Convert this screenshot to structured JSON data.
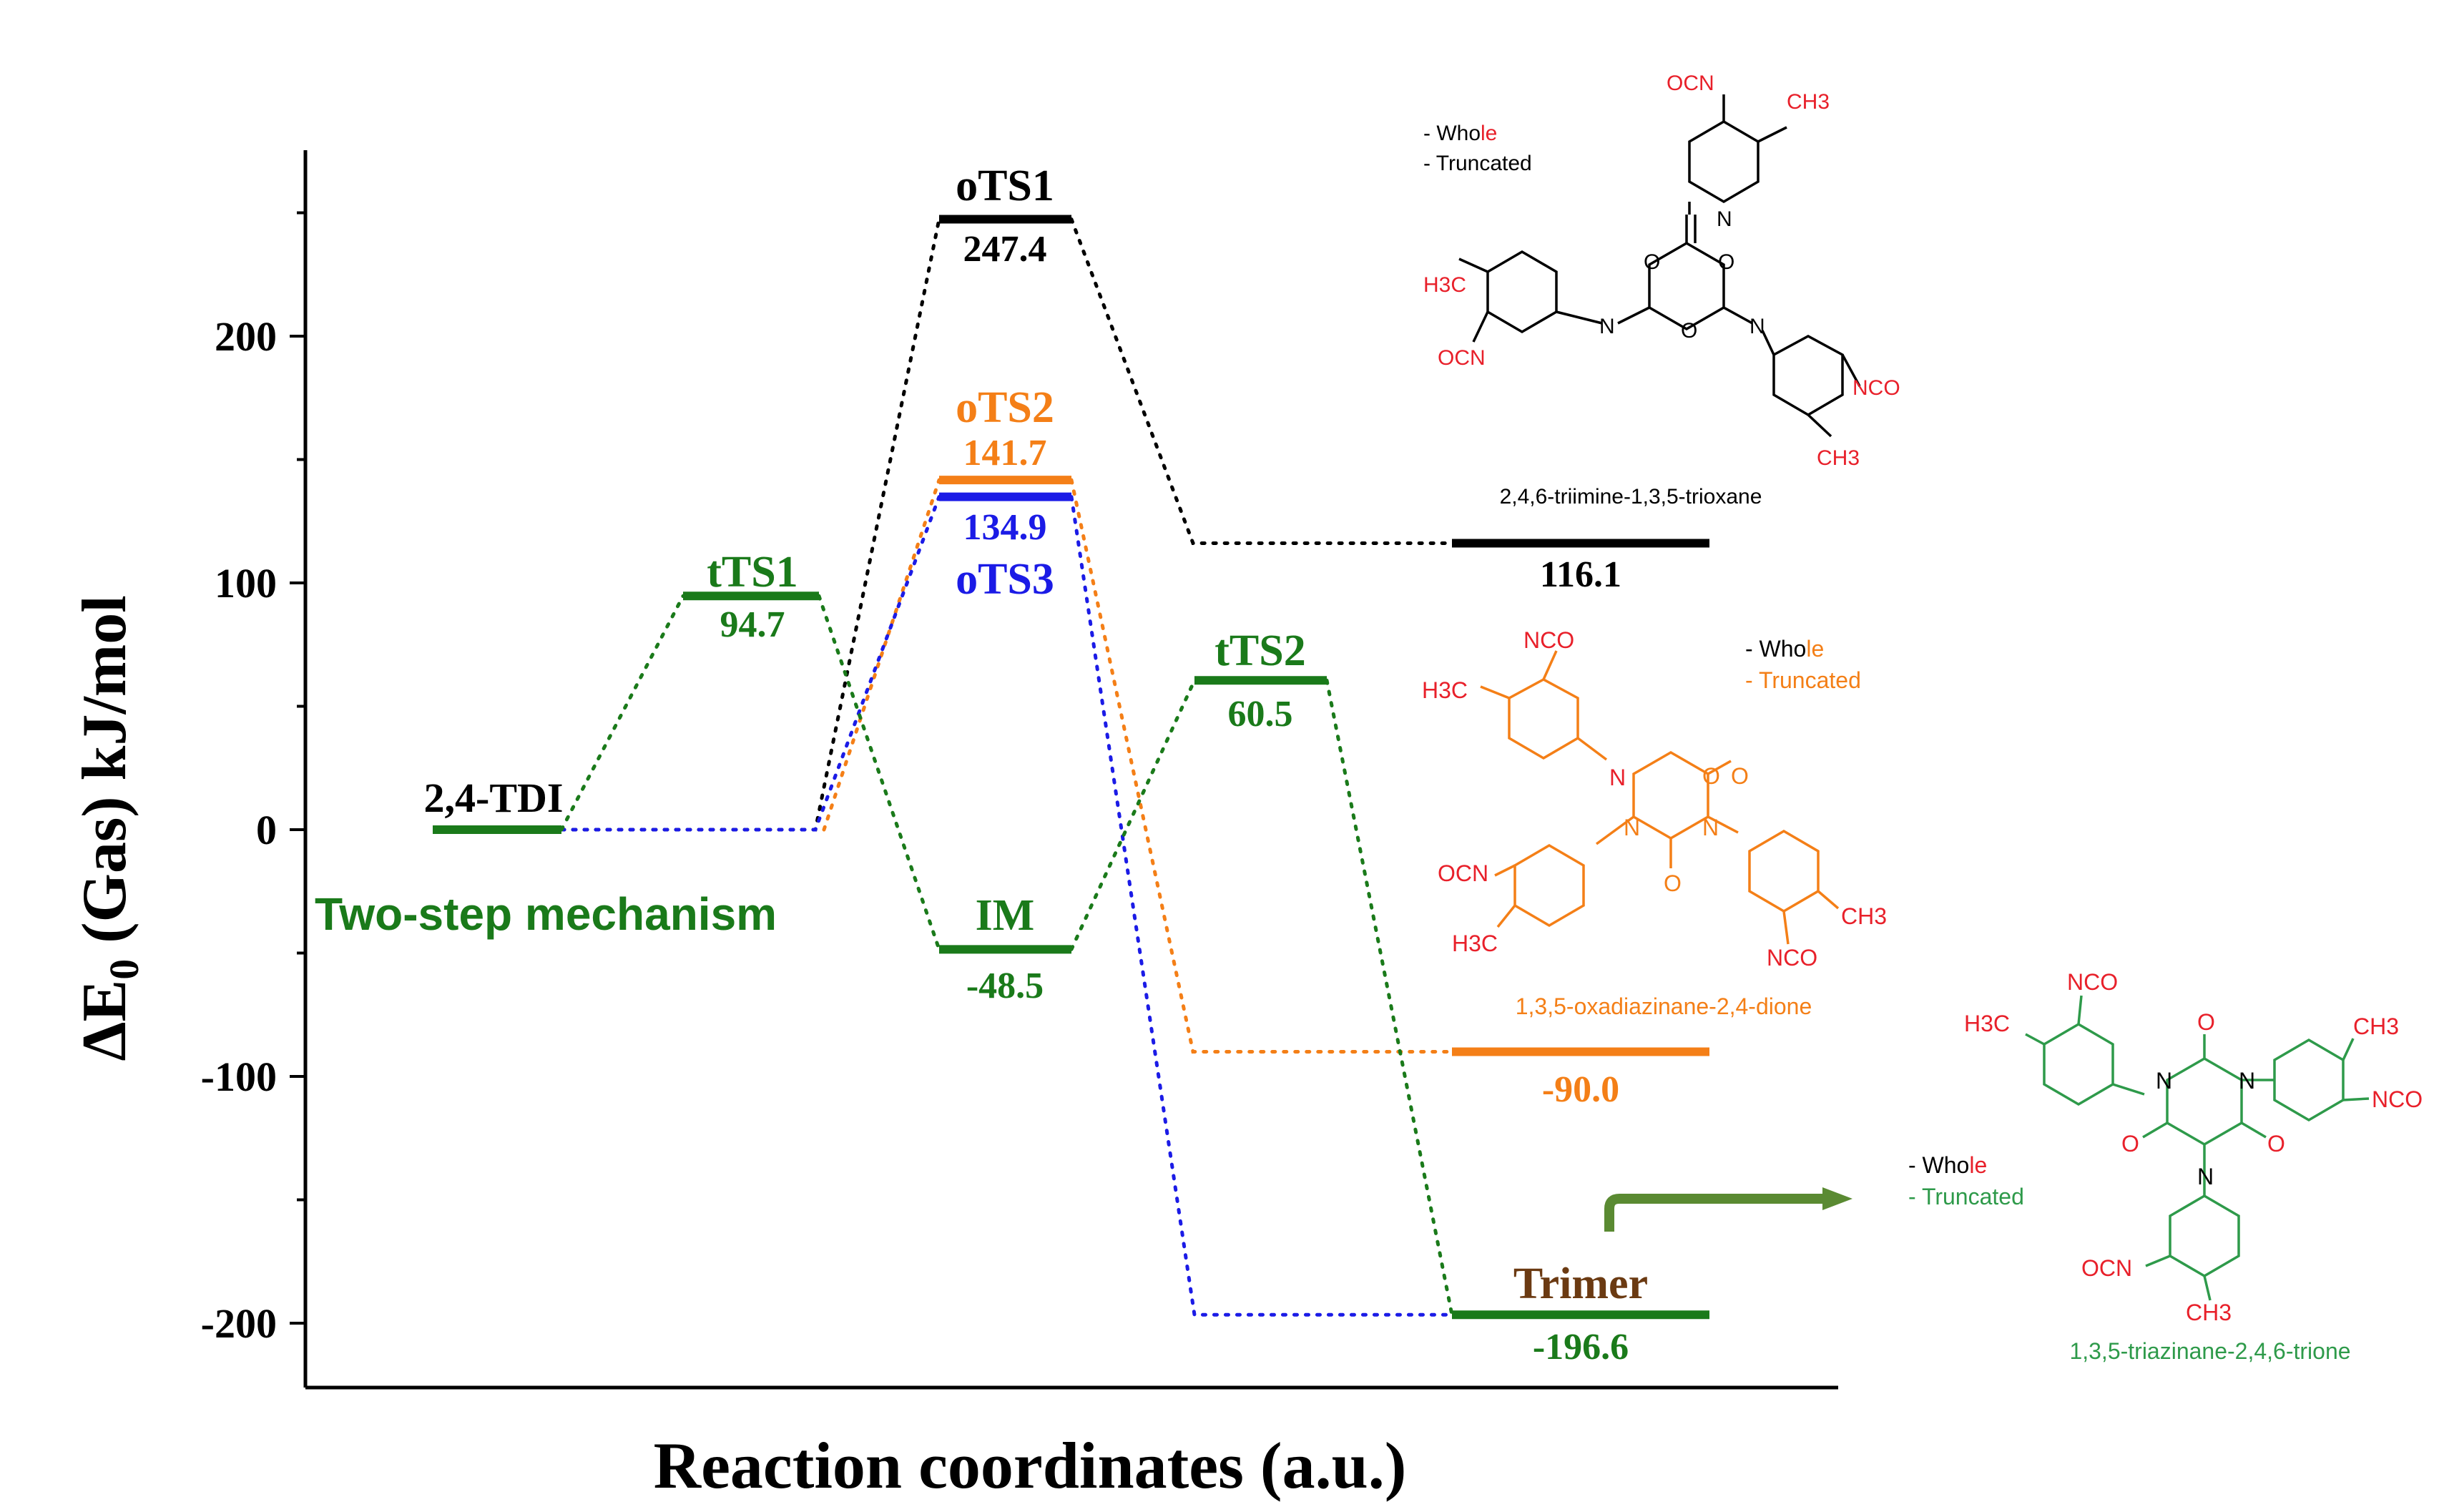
{
  "chart_data": {
    "type": "energy-profile",
    "ylabel_delta": "ΔE",
    "ylabel_sub": "0",
    "ylabel_rest": " (Gas) kJ/mol",
    "xlabel": "Reaction coordinates (a.u.)",
    "ylim": [
      -225,
      275
    ],
    "yticks": [
      -200,
      -100,
      0,
      100,
      200
    ],
    "ytick_labels": [
      "-200",
      "-100",
      "0",
      "100",
      "200"
    ],
    "mechanism_label": "Two-step mechanism",
    "colors": {
      "black": "#000000",
      "orange": "#f47f17",
      "blue": "#1b1be6",
      "green": "#1a7a1a",
      "brown": "#6b3a12",
      "red": "#e8202a",
      "arrow": "#5a8a32"
    },
    "levels": [
      {
        "id": "tdi",
        "name": "2,4-TDI",
        "value_label": "",
        "energy": 0.0,
        "color": "green",
        "name_color": "black",
        "slot": 0
      },
      {
        "id": "tts1",
        "name": "tTS1",
        "value_label": "94.7",
        "energy": 94.7,
        "color": "green",
        "name_color": "green",
        "slot": 1
      },
      {
        "id": "ots1",
        "name": "oTS1",
        "value_label": "247.4",
        "energy": 247.4,
        "color": "black",
        "name_color": "black",
        "slot": 2
      },
      {
        "id": "ots2",
        "name": "oTS2",
        "value_label": "141.7",
        "energy": 141.7,
        "color": "orange",
        "name_color": "orange",
        "slot": 2
      },
      {
        "id": "ots3",
        "name": "oTS3",
        "value_label": "134.9",
        "energy": 134.9,
        "color": "blue",
        "name_color": "blue",
        "slot": 2
      },
      {
        "id": "im",
        "name": "IM",
        "value_label": "-48.5",
        "energy": -48.5,
        "color": "green",
        "name_color": "green",
        "slot": 2
      },
      {
        "id": "tts2",
        "name": "tTS2",
        "value_label": "60.5",
        "energy": 60.5,
        "color": "green",
        "name_color": "green",
        "slot": 3
      },
      {
        "id": "p_trioxane",
        "name": "",
        "value_label": "116.1",
        "energy": 116.1,
        "color": "black",
        "name_color": "black",
        "slot": 4
      },
      {
        "id": "p_oxadiazinane",
        "name": "",
        "value_label": "-90.0",
        "energy": -90.0,
        "color": "orange",
        "name_color": "orange",
        "slot": 4
      },
      {
        "id": "p_trimer",
        "name": "Trimer",
        "value_label": "-196.6",
        "energy": -196.6,
        "color": "green",
        "name_color": "brown",
        "slot": 4
      }
    ],
    "paths": [
      {
        "color": "black",
        "points": [
          [
            "tdi",
            0
          ],
          [
            "ots1",
            0
          ],
          [
            "p_trioxane",
            0
          ]
        ],
        "via": [
          [
            5,
            0.0
          ]
        ]
      },
      {
        "color": "orange",
        "points": [
          [
            "ots2",
            0
          ],
          [
            "p_oxadiazinane",
            0
          ]
        ],
        "via": []
      },
      {
        "color": "blue",
        "points": [
          [
            "tdi",
            0
          ],
          [
            "ots3",
            0
          ],
          [
            "p_trimer",
            0
          ]
        ],
        "via": [
          [
            5,
            0.0
          ],
          [
            6,
            -196.6
          ]
        ]
      },
      {
        "color": "green",
        "points": [
          [
            "tdi",
            0
          ],
          [
            "tts1",
            0
          ],
          [
            "im",
            0
          ],
          [
            "tts2",
            0
          ],
          [
            "p_trimer",
            0
          ]
        ],
        "via": []
      }
    ]
  },
  "structures": {
    "trioxane": {
      "name": "2,4,6-triimine-1,3,5-trioxane",
      "legend_whole_pre": "- Who",
      "legend_whole_post": "le",
      "legend_truncated": "- Truncated",
      "groups": [
        "OCN",
        "CH3",
        "H3C",
        "OCN",
        "NCO",
        "CH3"
      ],
      "atoms": [
        "N",
        "O",
        "O",
        "O",
        "N",
        "N"
      ]
    },
    "oxadiazinane": {
      "name": "1,3,5-oxadiazinane-2,4-dione",
      "legend_whole_pre": "- Who",
      "legend_whole_post": "le",
      "legend_truncated": "- Truncated",
      "groups": [
        "NCO",
        "H3C",
        "OCN",
        "H3C",
        "CH3",
        "NCO"
      ],
      "atoms": [
        "N",
        "O",
        "O",
        "N",
        "N",
        "O"
      ]
    },
    "triazinane": {
      "name": "1,3,5-triazinane-2,4,6-trione",
      "legend_whole_pre": "- Who",
      "legend_whole_post": "le",
      "legend_truncated": "- Truncated",
      "groups": [
        "NCO",
        "H3C",
        "CH3",
        "NCO",
        "OCN",
        "CH3"
      ],
      "atoms": [
        "O",
        "N",
        "N",
        "O",
        "O",
        "N"
      ]
    }
  }
}
